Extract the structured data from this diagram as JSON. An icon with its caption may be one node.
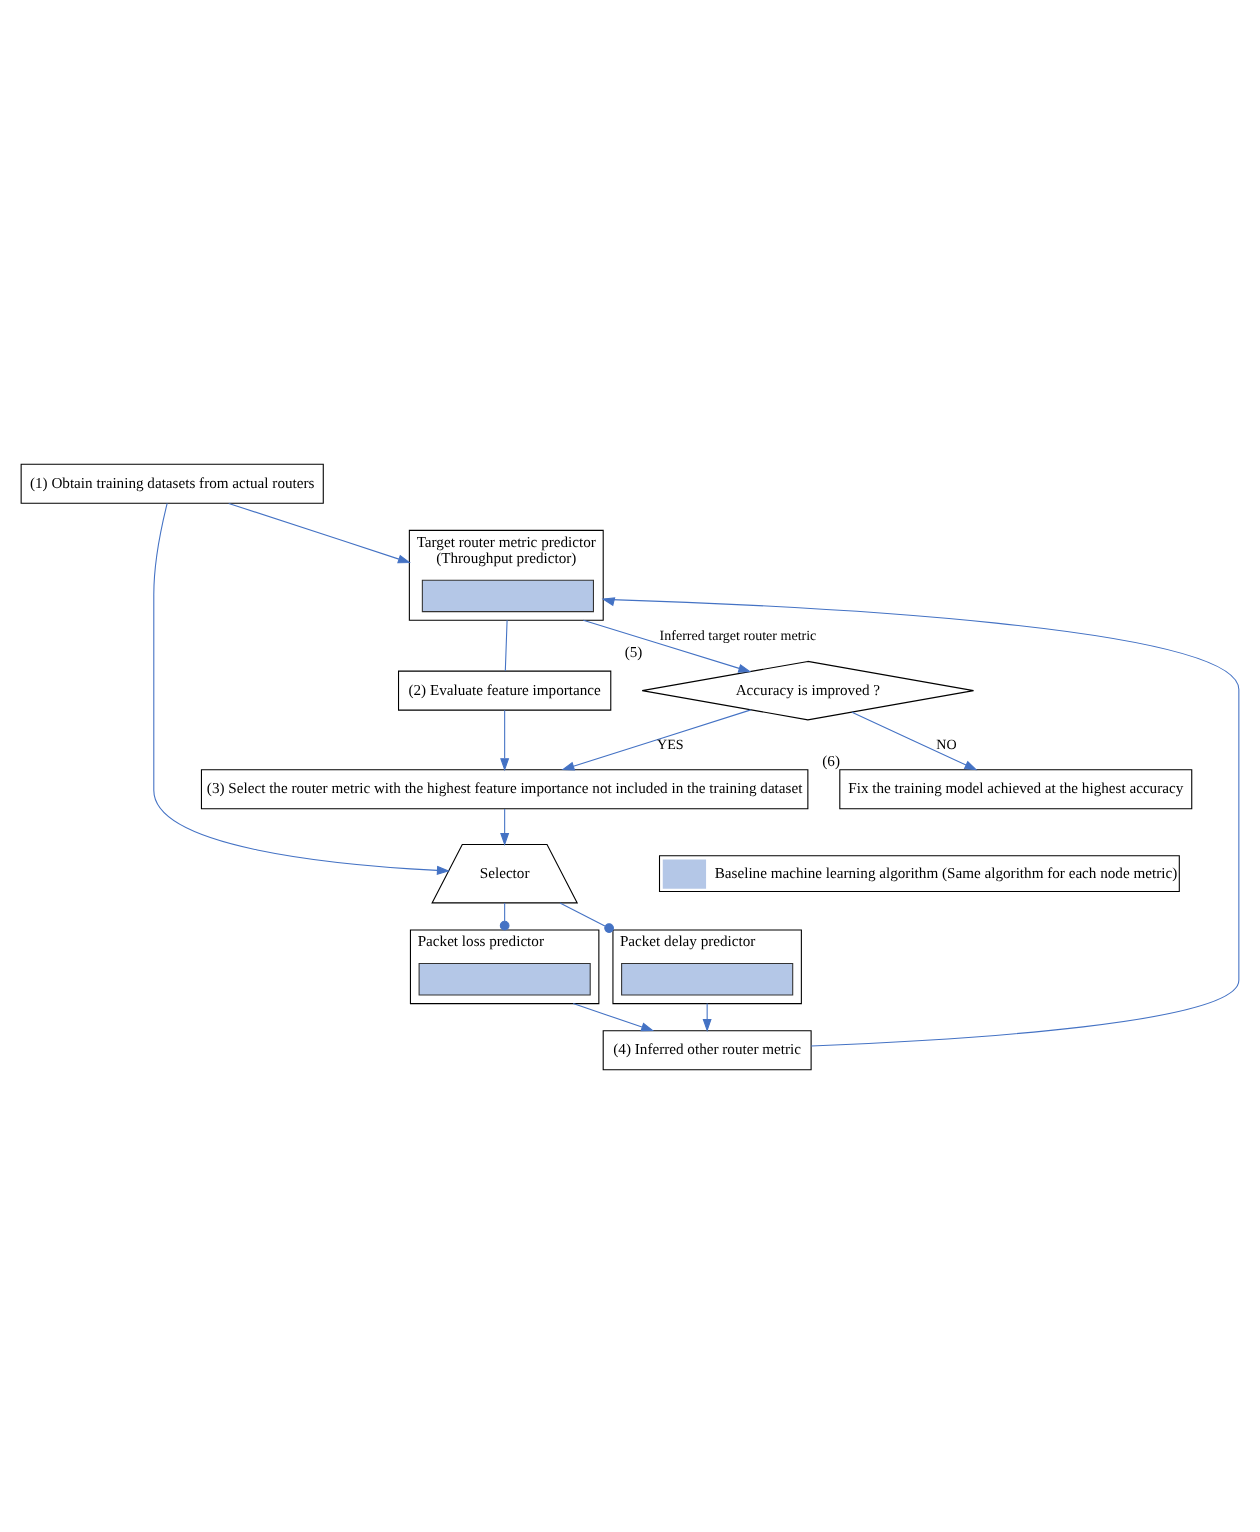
{
  "diagram": {
    "nodes": [
      {
        "text": [
          "(1) Obtain training datasets from actual routers"
        ]
      },
      {
        "text": [
          "Selector"
        ]
      },
      {
        "text": [
          "(3) Select the router metric with the highest feature importance not included in the training dataset"
        ]
      },
      {
        "text": [
          "Packet delay predictor"
        ]
      },
      {
        "text": [],
        "shape": "bar",
        "in": 3
      },
      {
        "text": [
          "Packet loss predictor"
        ]
      },
      {
        "text": [],
        "shape": "bar",
        "in": 5
      },
      {
        "text": [
          "(4) Inferred other router metric"
        ]
      },
      {
        "text": [
          "Target router metric predictor",
          "(Throughput predictor)"
        ]
      },
      {
        "text": [],
        "shape": "bar",
        "in": 8
      },
      {
        "text": [
          "(2) Evaluate feature importance"
        ]
      },
      {
        "text": [
          "Accuracy is improved ?"
        ],
        "beside": [
          "(5)"
        ]
      },
      {
        "text": [
          "Fix the training model achieved at the highest accuracy"
        ],
        "beside": [
          "(6)"
        ]
      }
    ],
    "edges": [
      {
        "from": 0,
        "to": 1,
        "arrow": "to"
      },
      {
        "from": 0,
        "to": 8,
        "arrow": "to"
      },
      {
        "from": 2,
        "to": 1,
        "arrow": "to"
      },
      {
        "from": 1,
        "to": 3,
        "arrow": "other"
      },
      {
        "from": 1,
        "to": 5,
        "arrow": "other"
      },
      {
        "from": 3,
        "to": 7,
        "arrow": "to"
      },
      {
        "from": 5,
        "to": 7,
        "arrow": "to"
      },
      {
        "from": 7,
        "to": 8,
        "arrow": "to"
      },
      {
        "from": 8,
        "to": 10,
        "arrow": "none"
      },
      {
        "from": 10,
        "to": 2,
        "arrow": "to"
      },
      {
        "from": 8,
        "to": 11,
        "arrow": "to",
        "label": "Inferred target router metric"
      },
      {
        "from": 11,
        "to": 2,
        "arrow": "to",
        "label": "YES"
      },
      {
        "from": 11,
        "to": 12,
        "arrow": "to",
        "label": "NO"
      }
    ],
    "legend": [
      {
        "text": "Baseline machine learning algorithm (Same algorithm for each node metric)",
        "color": "#b4c7e7"
      }
    ]
  }
}
